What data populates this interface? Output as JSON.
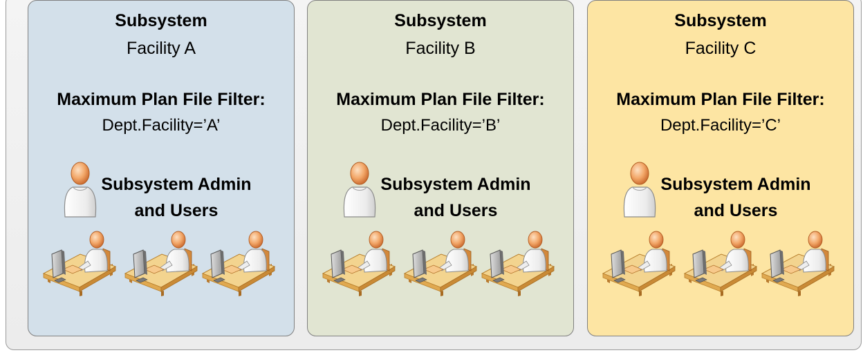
{
  "panels": [
    {
      "title": "Subsystem",
      "subtitle": "Facility A",
      "filter_title": "Maximum Plan File Filter:",
      "filter_value": "Dept.Facility=’A’",
      "admin_label_line1": "Subsystem Admin",
      "admin_label_line2": "and Users",
      "background": "#d3e0ea",
      "icons": [
        "person-icon",
        "workstation-icon",
        "workstation-icon",
        "workstation-icon"
      ]
    },
    {
      "title": "Subsystem",
      "subtitle": "Facility B",
      "filter_title": "Maximum Plan File Filter:",
      "filter_value": "Dept.Facility=’B’",
      "admin_label_line1": "Subsystem Admin",
      "admin_label_line2": "and Users",
      "background": "#e1e5d2",
      "icons": [
        "person-icon",
        "workstation-icon",
        "workstation-icon",
        "workstation-icon"
      ]
    },
    {
      "title": "Subsystem",
      "subtitle": "Facility C",
      "filter_title": "Maximum Plan File Filter:",
      "filter_value": "Dept.Facility=’C’",
      "admin_label_line1": "Subsystem Admin",
      "admin_label_line2": "and Users",
      "background": "#fde5a3",
      "icons": [
        "person-icon",
        "workstation-icon",
        "workstation-icon",
        "workstation-icon"
      ]
    }
  ],
  "colors": {
    "outer_background": "#eeeeee",
    "border": "#7f7f7f",
    "skin": "#f0a868",
    "desk_top": "#f2d28f",
    "desk_edge": "#c8872f"
  }
}
